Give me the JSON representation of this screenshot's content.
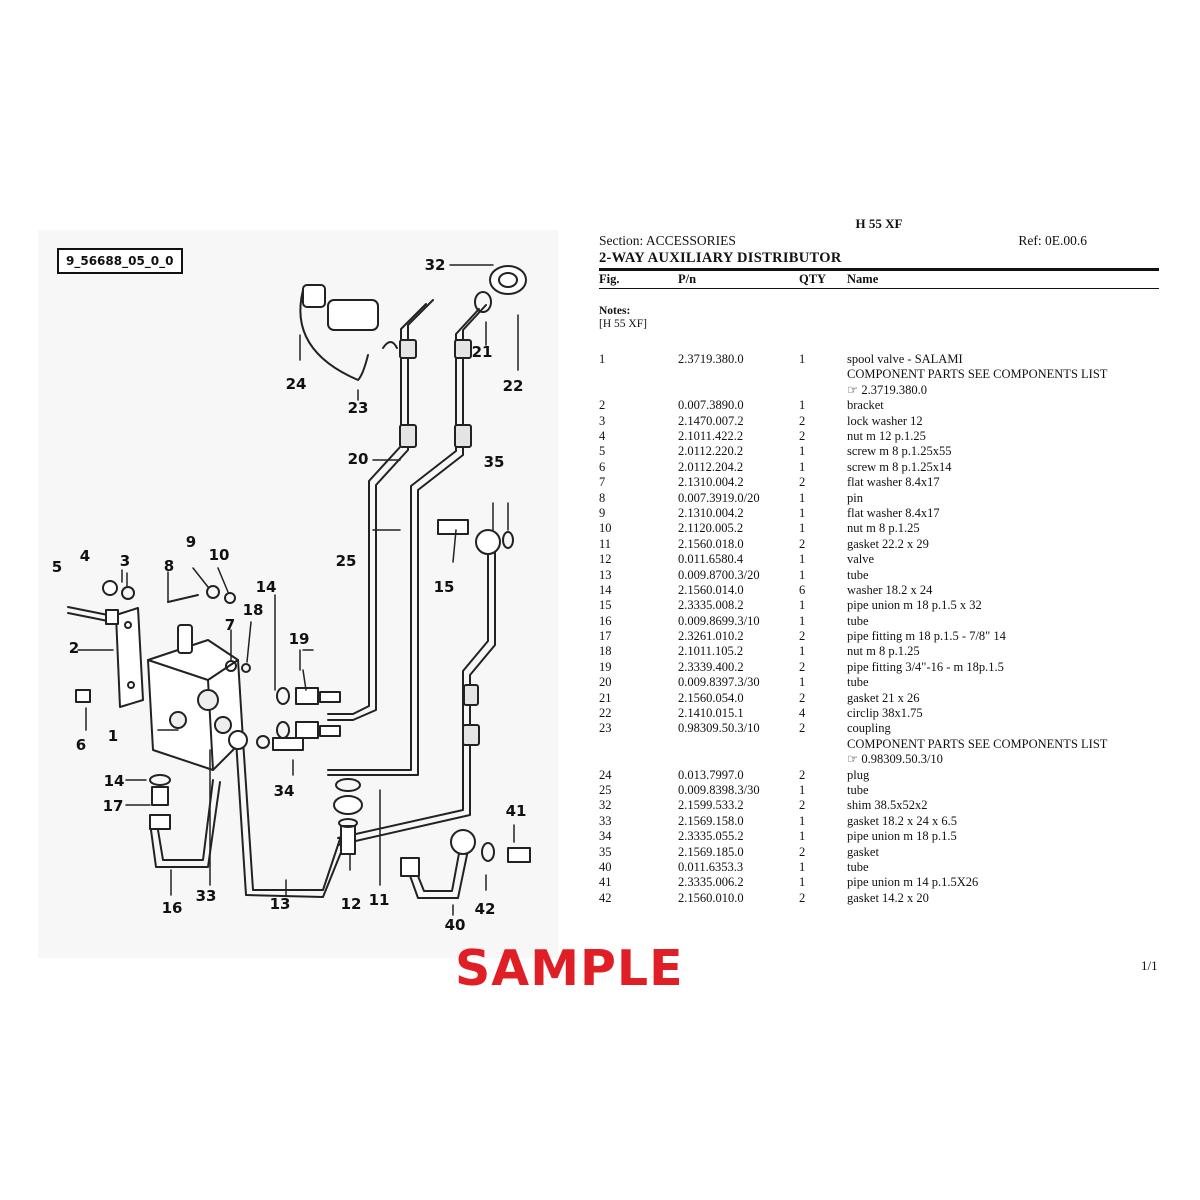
{
  "diagram": {
    "figure_id": "9_56688_05_0_0",
    "callouts": [
      "1",
      "2",
      "4",
      "3",
      "5",
      "6",
      "8",
      "9",
      "10",
      "7",
      "18",
      "14",
      "19",
      "20",
      "25",
      "32",
      "24",
      "23",
      "21",
      "22",
      "35",
      "15",
      "14",
      "17",
      "16",
      "33",
      "34",
      "13",
      "12",
      "11",
      "41",
      "40",
      "42"
    ]
  },
  "watermark": "SAMPLE",
  "header": {
    "model": "H 55 XF",
    "section": "Section: ACCESSORIES",
    "ref": "Ref: 0E.00.6",
    "title": "2-WAY AUXILIARY DISTRIBUTOR"
  },
  "columns": {
    "fig": "Fig.",
    "pn": "P/n",
    "qty": "QTY",
    "name": "Name"
  },
  "notes": {
    "label": "Notes:",
    "text": "[H 55 XF]"
  },
  "parts": [
    {
      "fig": "1",
      "pn": "2.3719.380.0",
      "qty": "1",
      "name": "spool valve - SALAMI",
      "sub": [
        "COMPONENT PARTS SEE COMPONENTS LIST",
        "☞ 2.3719.380.0"
      ]
    },
    {
      "fig": "2",
      "pn": "0.007.3890.0",
      "qty": "1",
      "name": "bracket"
    },
    {
      "fig": "3",
      "pn": "2.1470.007.2",
      "qty": "2",
      "name": "lock washer 12"
    },
    {
      "fig": "4",
      "pn": "2.1011.422.2",
      "qty": "2",
      "name": "nut m 12 p.1.25"
    },
    {
      "fig": "5",
      "pn": "2.0112.220.2",
      "qty": "1",
      "name": "screw m 8 p.1.25x55"
    },
    {
      "fig": "6",
      "pn": "2.0112.204.2",
      "qty": "1",
      "name": "screw m 8 p.1.25x14"
    },
    {
      "fig": "7",
      "pn": "2.1310.004.2",
      "qty": "2",
      "name": "flat washer 8.4x17"
    },
    {
      "fig": "8",
      "pn": "0.007.3919.0/20",
      "qty": "1",
      "name": "pin"
    },
    {
      "fig": "9",
      "pn": "2.1310.004.2",
      "qty": "1",
      "name": "flat washer 8.4x17"
    },
    {
      "fig": "10",
      "pn": "2.1120.005.2",
      "qty": "1",
      "name": "nut m 8 p.1.25"
    },
    {
      "fig": "11",
      "pn": "2.1560.018.0",
      "qty": "2",
      "name": "gasket 22.2 x 29"
    },
    {
      "fig": "12",
      "pn": "0.011.6580.4",
      "qty": "1",
      "name": "valve"
    },
    {
      "fig": "13",
      "pn": "0.009.8700.3/20",
      "qty": "1",
      "name": "tube"
    },
    {
      "fig": "14",
      "pn": "2.1560.014.0",
      "qty": "6",
      "name": "washer 18.2 x 24"
    },
    {
      "fig": "15",
      "pn": "2.3335.008.2",
      "qty": "1",
      "name": "pipe union m 18 p.1.5 x 32"
    },
    {
      "fig": "16",
      "pn": "0.009.8699.3/10",
      "qty": "1",
      "name": "tube"
    },
    {
      "fig": "17",
      "pn": "2.3261.010.2",
      "qty": "2",
      "name": "pipe fitting m 18 p.1.5 - 7/8\" 14"
    },
    {
      "fig": "18",
      "pn": "2.1011.105.2",
      "qty": "1",
      "name": "nut m 8 p.1.25"
    },
    {
      "fig": "19",
      "pn": "2.3339.400.2",
      "qty": "2",
      "name": "pipe fitting 3/4\"-16 - m 18p.1.5"
    },
    {
      "fig": "20",
      "pn": "0.009.8397.3/30",
      "qty": "1",
      "name": "tube"
    },
    {
      "fig": "21",
      "pn": "2.1560.054.0",
      "qty": "2",
      "name": "gasket 21 x 26"
    },
    {
      "fig": "22",
      "pn": "2.1410.015.1",
      "qty": "4",
      "name": "circlip 38x1.75"
    },
    {
      "fig": "23",
      "pn": "0.98309.50.3/10",
      "qty": "2",
      "name": "coupling",
      "sub": [
        "COMPONENT PARTS SEE COMPONENTS LIST",
        "☞ 0.98309.50.3/10"
      ]
    },
    {
      "fig": "24",
      "pn": "0.013.7997.0",
      "qty": "2",
      "name": "plug"
    },
    {
      "fig": "25",
      "pn": "0.009.8398.3/30",
      "qty": "1",
      "name": "tube"
    },
    {
      "fig": "32",
      "pn": "2.1599.533.2",
      "qty": "2",
      "name": "shim 38.5x52x2"
    },
    {
      "fig": "33",
      "pn": "2.1569.158.0",
      "qty": "1",
      "name": "gasket 18.2 x 24 x 6.5"
    },
    {
      "fig": "34",
      "pn": "2.3335.055.2",
      "qty": "1",
      "name": "pipe union m 18 p.1.5"
    },
    {
      "fig": "35",
      "pn": "2.1569.185.0",
      "qty": "2",
      "name": "gasket"
    },
    {
      "fig": "40",
      "pn": "0.011.6353.3",
      "qty": "1",
      "name": "tube"
    },
    {
      "fig": "41",
      "pn": "2.3335.006.2",
      "qty": "1",
      "name": "pipe union m 14 p.1.5X26"
    },
    {
      "fig": "42",
      "pn": "2.1560.010.0",
      "qty": "2",
      "name": "gasket 14.2 x 20"
    }
  ],
  "page": "1/1"
}
